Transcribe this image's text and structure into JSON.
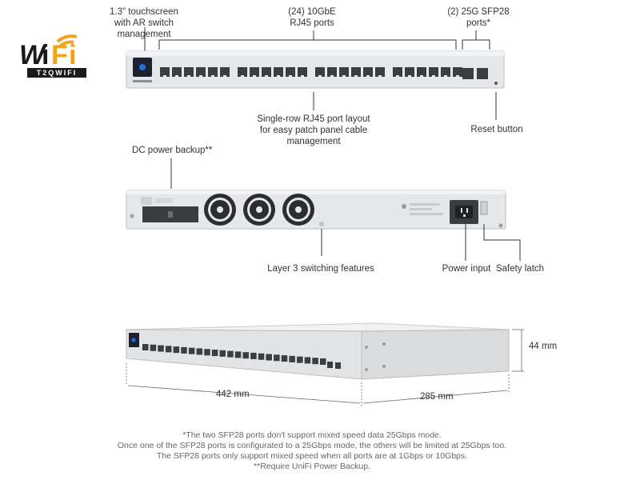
{
  "logo": {
    "main": "WIFI",
    "sub": "T2QWIFI",
    "colors": {
      "wi": "#1a1a1a",
      "fi": "#f2a31b",
      "sub_bg": "#1a1a1a"
    }
  },
  "front": {
    "touchscreen_label": "1.3\" touchscreen\nwith AR switch management",
    "rj45_label": "(24) 10GbE\nRJ45 ports",
    "sfp_label": "(2) 25G SFP28\nports*",
    "layout_label": "Single-row RJ45 port layout\nfor easy patch panel cable management",
    "reset_label": "Reset button",
    "port_count": 24,
    "sfp_count": 2
  },
  "rear": {
    "dc_label": "DC power backup**",
    "l3_label": "Layer 3 switching features",
    "power_label": "Power input",
    "latch_label": "Safety latch",
    "fan_count": 3
  },
  "iso": {
    "width_label": "442 mm",
    "depth_label": "285 mm",
    "height_label": "44 mm"
  },
  "footnotes": [
    "*The two SFP28 ports don't support mixed speed data 25Gbps mode.",
    "Once one of the SFP28 ports is configurated to a 25Gbps mode, the others will be limited at 25Gbps too.",
    "The SFP28 ports only support mixed speed when all ports are at 1Gbps or 10Gbps.",
    "**Require UniFi Power Backup."
  ],
  "colors": {
    "chassis": "#e6e7e9",
    "chassis_edge": "#b9bcc0",
    "port": "#3a3d42",
    "accent": "#1e73d8"
  }
}
